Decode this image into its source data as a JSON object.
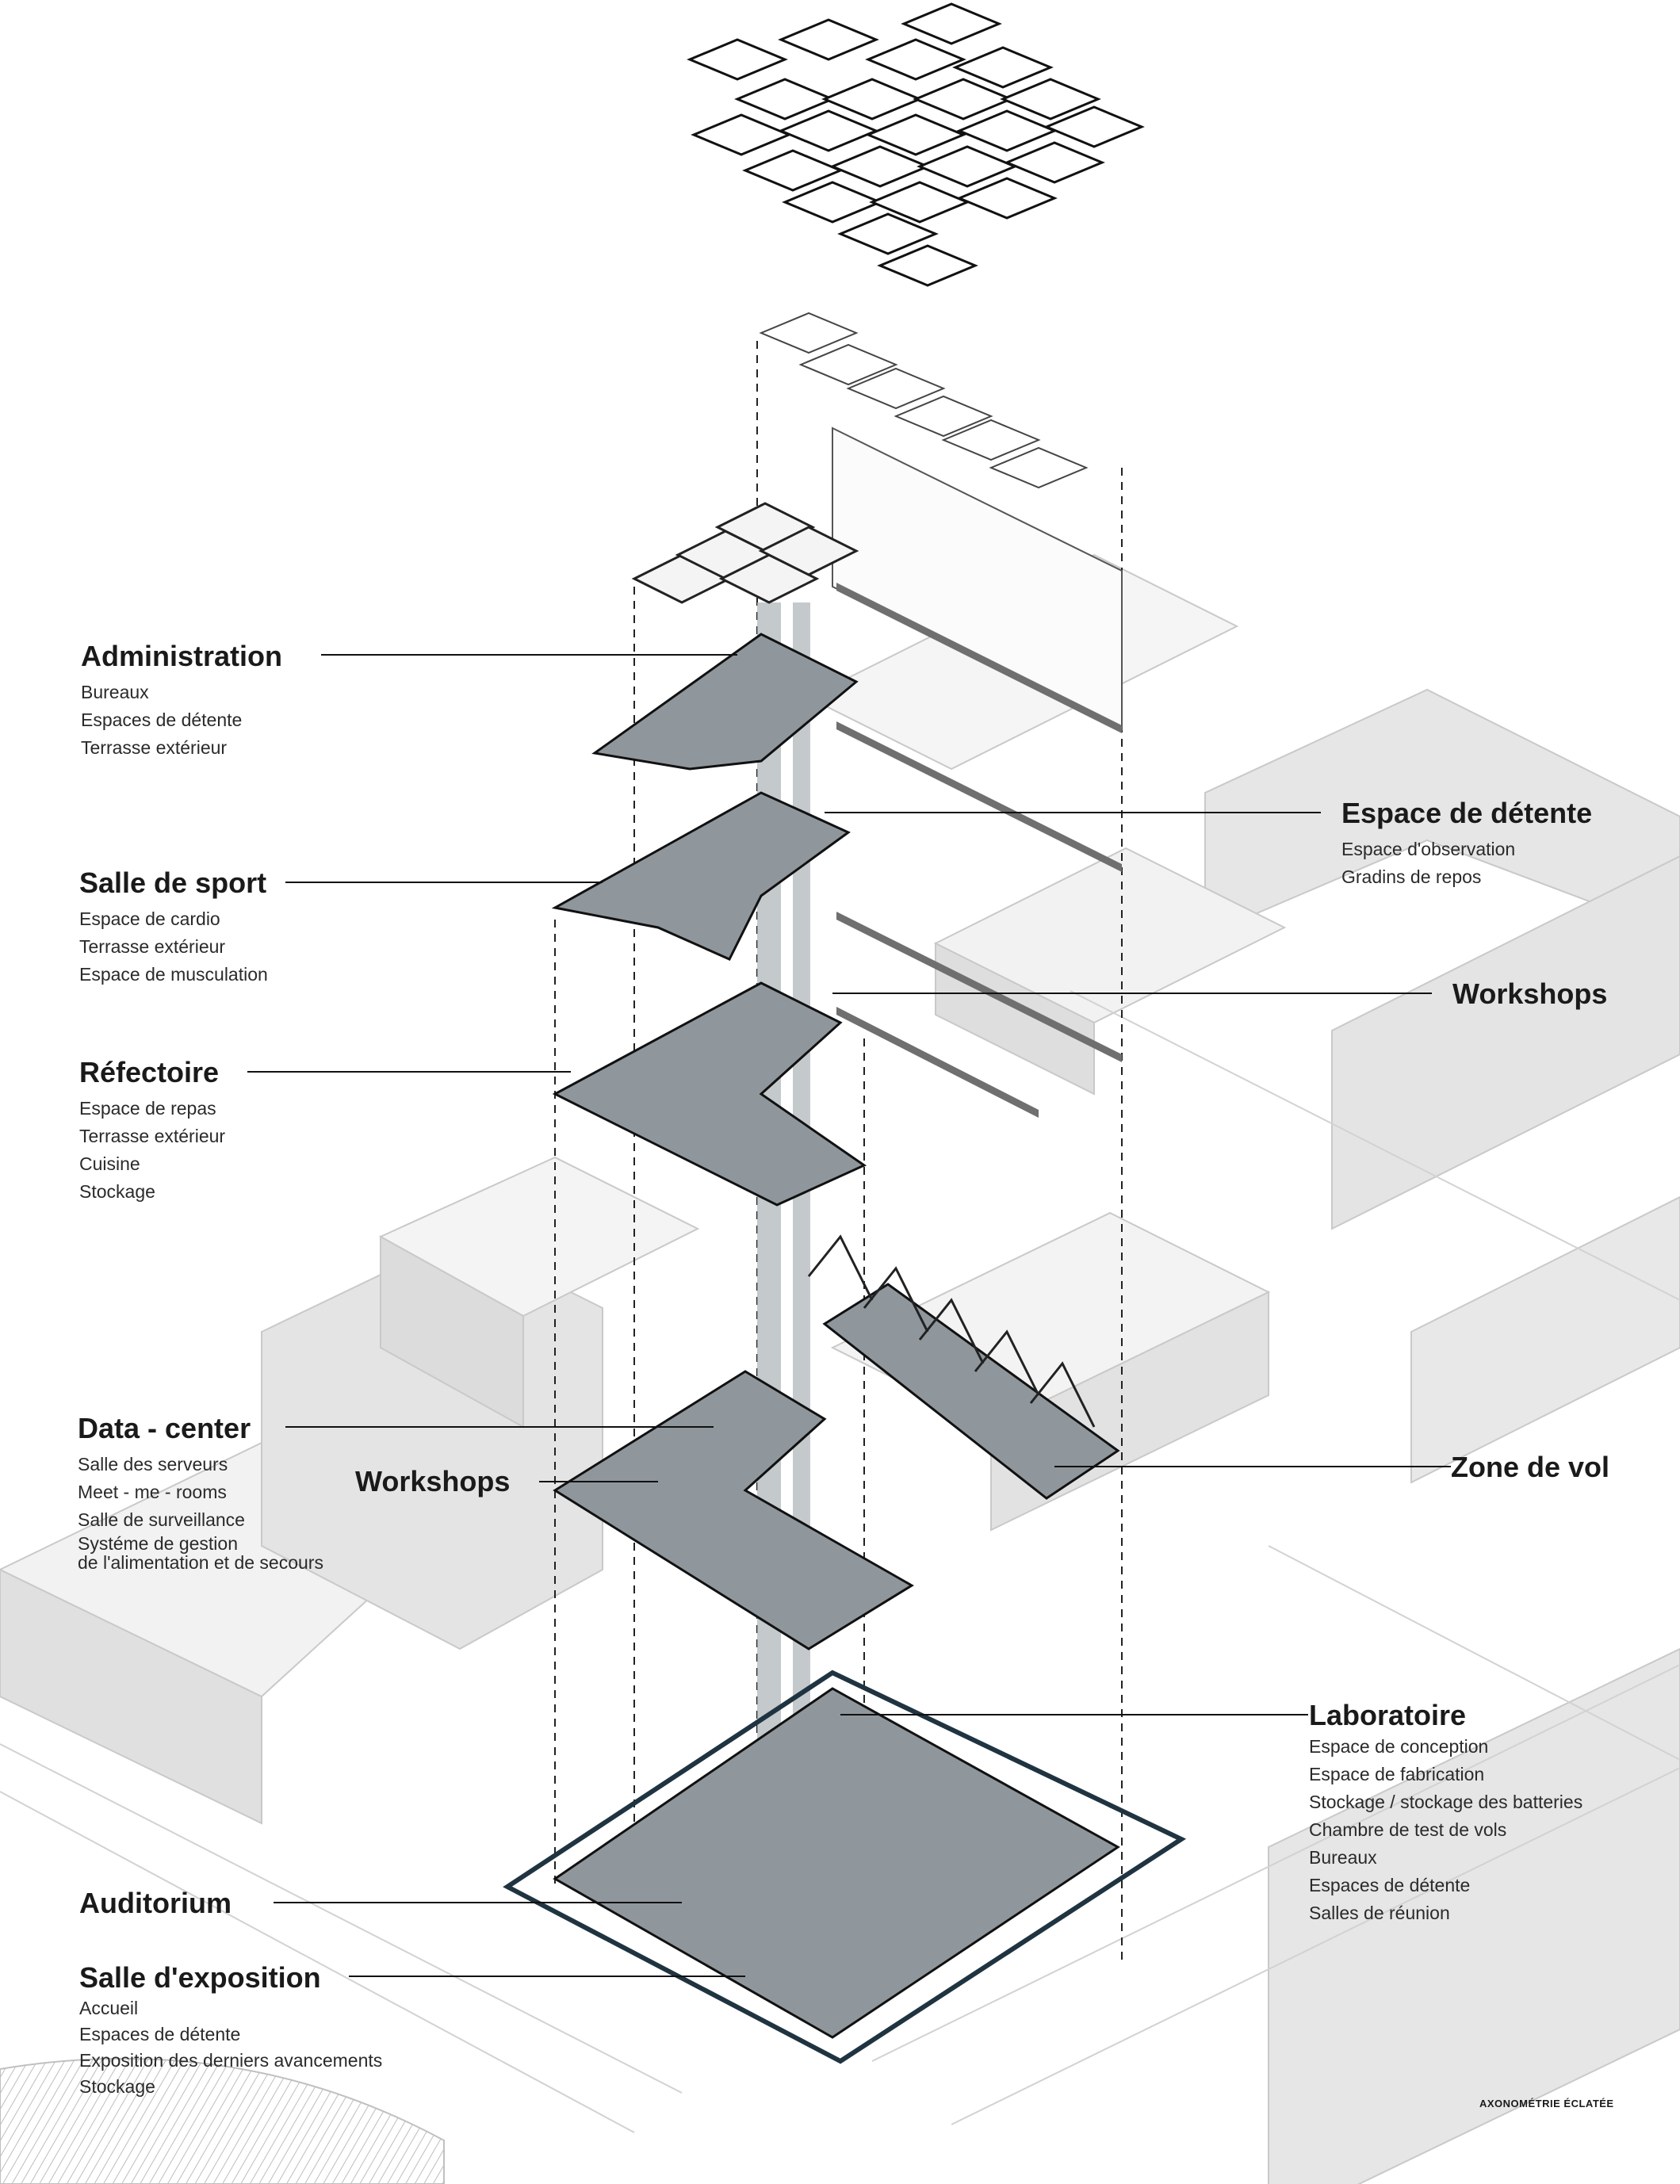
{
  "labels": {
    "administration": {
      "title": "Administration",
      "items": [
        "Bureaux",
        "Espaces de détente",
        "Terrasse extérieur"
      ]
    },
    "sport": {
      "title": "Salle de sport",
      "items": [
        "Espace de cardio",
        "Terrasse extérieur",
        "Espace de musculation"
      ]
    },
    "refectoire": {
      "title": "Réfectoire",
      "items": [
        "Espace de repas",
        "Terrasse extérieur",
        "Cuisine",
        "Stockage"
      ]
    },
    "datacenter": {
      "title": "Data - center",
      "items": [
        "Salle des serveurs",
        "Meet - me - rooms",
        "Salle de surveillance",
        "Systéme de gestion",
        "de l'alimentation et de secours"
      ]
    },
    "workshops_left": {
      "title": "Workshops"
    },
    "auditorium": {
      "title": "Auditorium"
    },
    "exposition": {
      "title": "Salle d'exposition",
      "items": [
        "Accueil",
        "Espaces de détente",
        "Exposition des derniers avancements",
        "Stockage"
      ]
    },
    "detente": {
      "title": "Espace de détente",
      "items": [
        "Espace d'observation",
        "Gradins de repos"
      ]
    },
    "workshops_right": {
      "title": "Workshops"
    },
    "zone_vol": {
      "title": "Zone de vol"
    },
    "laboratoire": {
      "title": "Laboratoire",
      "items": [
        "Espace de conception",
        "Espace de fabrication",
        "Stockage / stockage des batteries",
        "Chambre de test de vols",
        "Bureaux",
        "Espaces de détente",
        "Salles de réunion"
      ]
    }
  },
  "caption": "AXONOMÉTRIE ÉCLATÉE",
  "colors": {
    "floor": "#8f979d",
    "context": "#e3e3e3",
    "ink": "#1a1a1a",
    "base_edge": "#1f3440"
  }
}
